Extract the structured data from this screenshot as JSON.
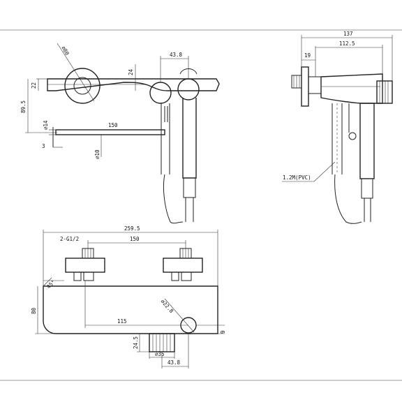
{
  "drawing": {
    "side_view": {
      "dims": {
        "d80": "⌀80",
        "d43_8": "43.8",
        "d24": "24",
        "d22": "22",
        "d89_5": "89.5",
        "d14": "⌀14",
        "d150": "150",
        "d3": "3",
        "d10": "⌀10"
      }
    },
    "right_view": {
      "dims": {
        "d137": "137",
        "d19": "19",
        "d112_5": "112.5",
        "hose": "1.2M(PVC)"
      }
    },
    "bottom_view": {
      "dims": {
        "d259_5": "259.5",
        "thread": "2-G1/2",
        "d150": "150",
        "angle": "45°",
        "d80": "80",
        "d22_8": "⌀22.8",
        "d115": "115",
        "d9": "9",
        "d24_5": "24.5",
        "d35": "⌀35",
        "d43_8": "43.8"
      }
    }
  }
}
